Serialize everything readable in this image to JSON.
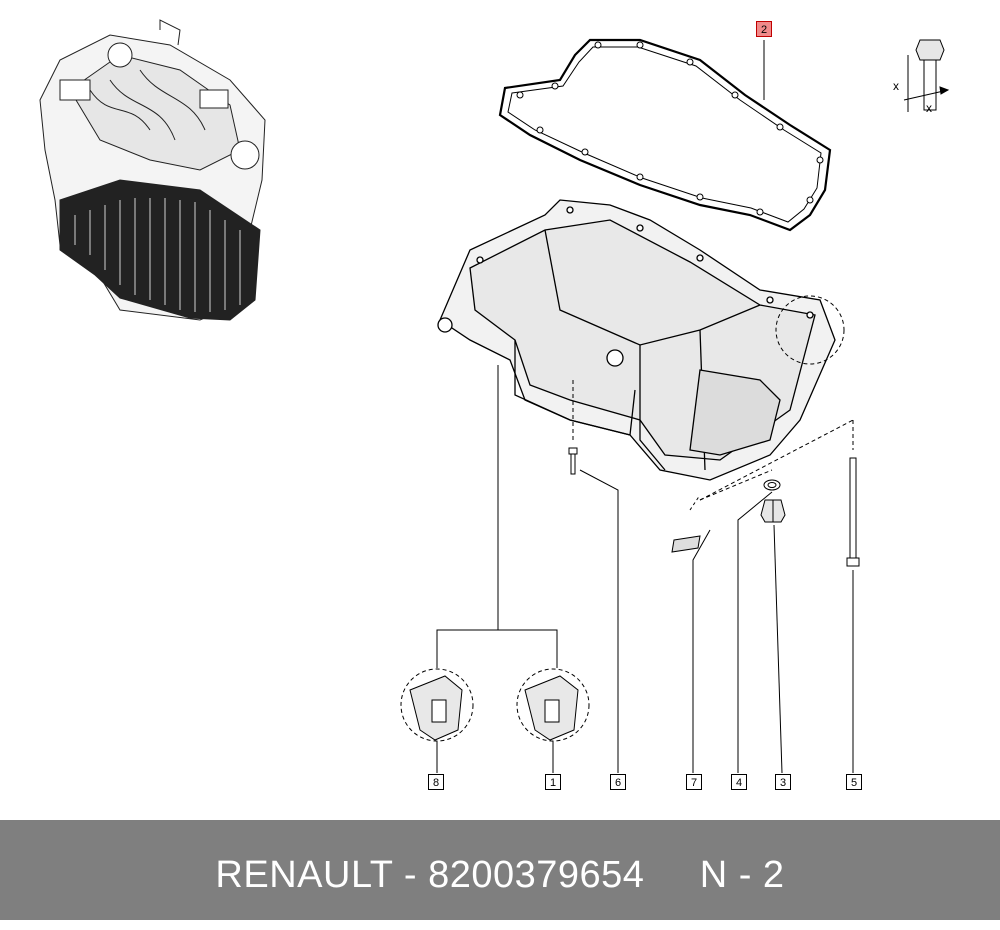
{
  "footer": {
    "brand": "RENAULT",
    "part_number": "8200379654",
    "position": "N - 2"
  },
  "callouts": [
    {
      "id": "callout-2",
      "label": "2",
      "highlighted": true
    },
    {
      "id": "callout-8",
      "label": "8"
    },
    {
      "id": "callout-1",
      "label": "1"
    },
    {
      "id": "callout-6",
      "label": "6"
    },
    {
      "id": "callout-7",
      "label": "7"
    },
    {
      "id": "callout-4",
      "label": "4"
    },
    {
      "id": "callout-3",
      "label": "3"
    },
    {
      "id": "callout-5",
      "label": "5"
    }
  ],
  "axis_icon": {
    "x_label": "x"
  },
  "colors": {
    "highlight_fill": "#f08a8a",
    "highlight_border": "#c00000",
    "footer_bg": "#7f7f7f",
    "line": "#000000"
  }
}
